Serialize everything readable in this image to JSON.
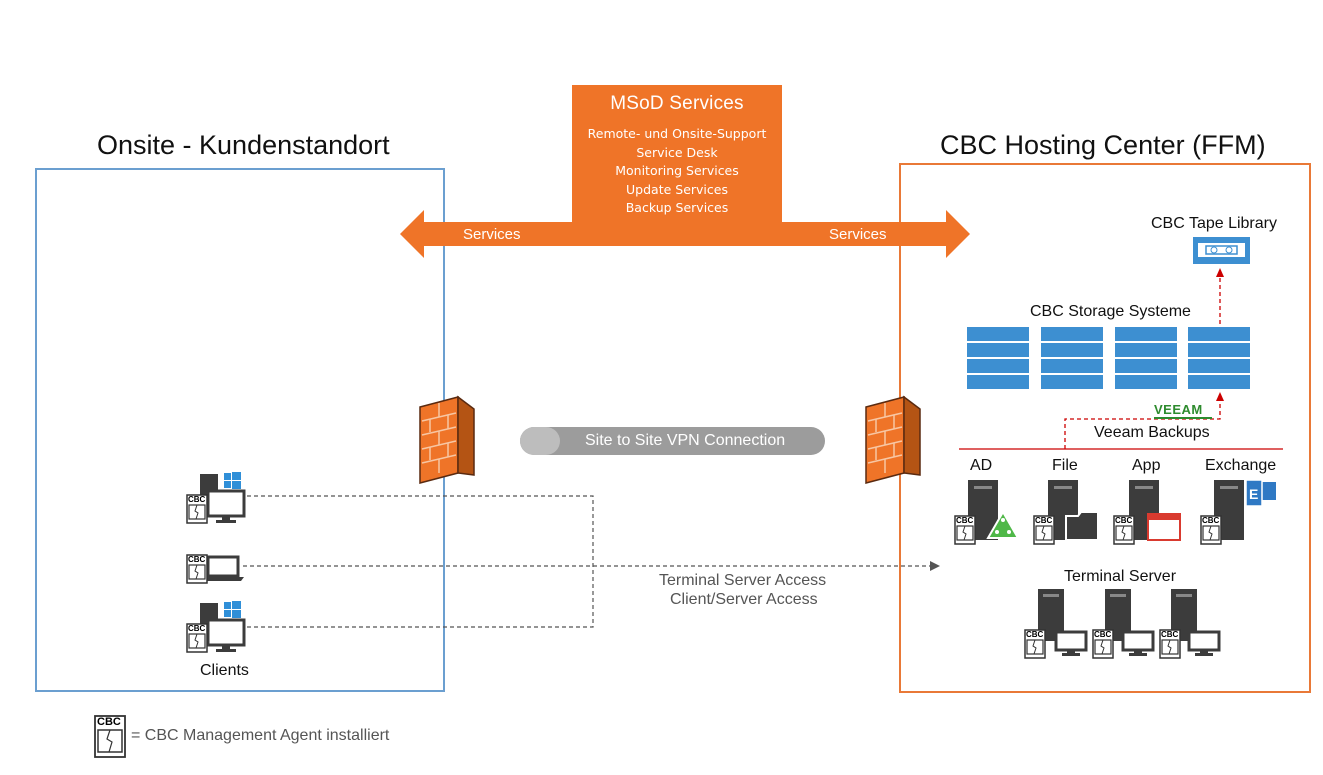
{
  "onsite": {
    "title": "Onsite - Kundenstandort",
    "clients_label": "Clients"
  },
  "hosting": {
    "title": "CBC Hosting Center (FFM)"
  },
  "msod": {
    "title": "MSoD Services",
    "items": [
      "Remote- und Onsite-Support",
      "Service Desk",
      "Monitoring Services",
      "Update Services",
      "Backup Services"
    ],
    "left_arrow_label": "Services",
    "right_arrow_label": "Services"
  },
  "vpn": {
    "label": "Site to Site VPN Connection"
  },
  "access": {
    "line1": "Terminal Server Access",
    "line2": "Client/Server Access"
  },
  "right": {
    "tape_library": "CBC Tape Library",
    "storage": "CBC Storage Systeme",
    "veeam_logo": "VEEAM",
    "veeam_backups": "Veeam Backups",
    "servers": [
      "AD",
      "File",
      "App",
      "Exchange"
    ],
    "terminal_server": "Terminal Server"
  },
  "badge": {
    "text": "CBC"
  },
  "legend": {
    "text": "= CBC Management Agent installiert"
  },
  "colors": {
    "orange": "#ef7428",
    "blue_box": "#6b9fd0",
    "storage_blue": "#3d8fd1",
    "red_line": "#cc0000",
    "veeam_green": "#2e8b2e",
    "dark_gray": "#3c3c3c"
  }
}
